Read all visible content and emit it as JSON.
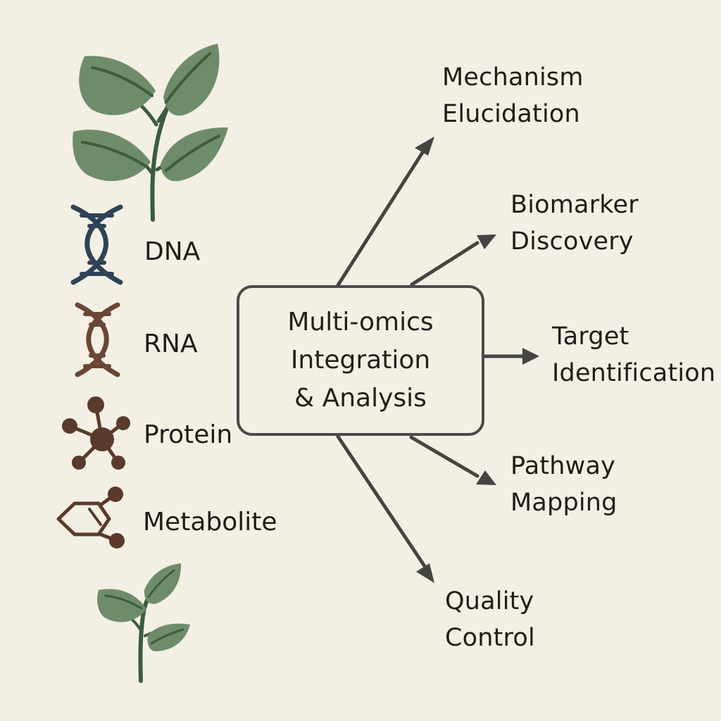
{
  "diagram": {
    "center": {
      "text": "Multi-omics\nIntegration\n& Analysis"
    },
    "inputs": [
      {
        "label": "DNA",
        "icon": "dna-helix-icon"
      },
      {
        "label": "RNA",
        "icon": "rna-helix-icon"
      },
      {
        "label": "Protein",
        "icon": "protein-network-icon"
      },
      {
        "label": "Metabolite",
        "icon": "metabolite-ring-icon"
      }
    ],
    "outputs": [
      {
        "label": "Mechanism\nElucidation"
      },
      {
        "label": "Biomarker\nDiscovery"
      },
      {
        "label": "Target\nIdentification"
      },
      {
        "label": "Pathway\nMapping"
      },
      {
        "label": "Quality\nControl"
      }
    ]
  },
  "colors": {
    "background": "#f4efe4",
    "leaf_green": "#6f8c6a",
    "stem_green": "#3b5c3d",
    "dna_blue": "#2f4356",
    "rna_brown": "#6a4634",
    "molecule_brown": "#5a3a2a",
    "arrow_gray": "#444444"
  }
}
